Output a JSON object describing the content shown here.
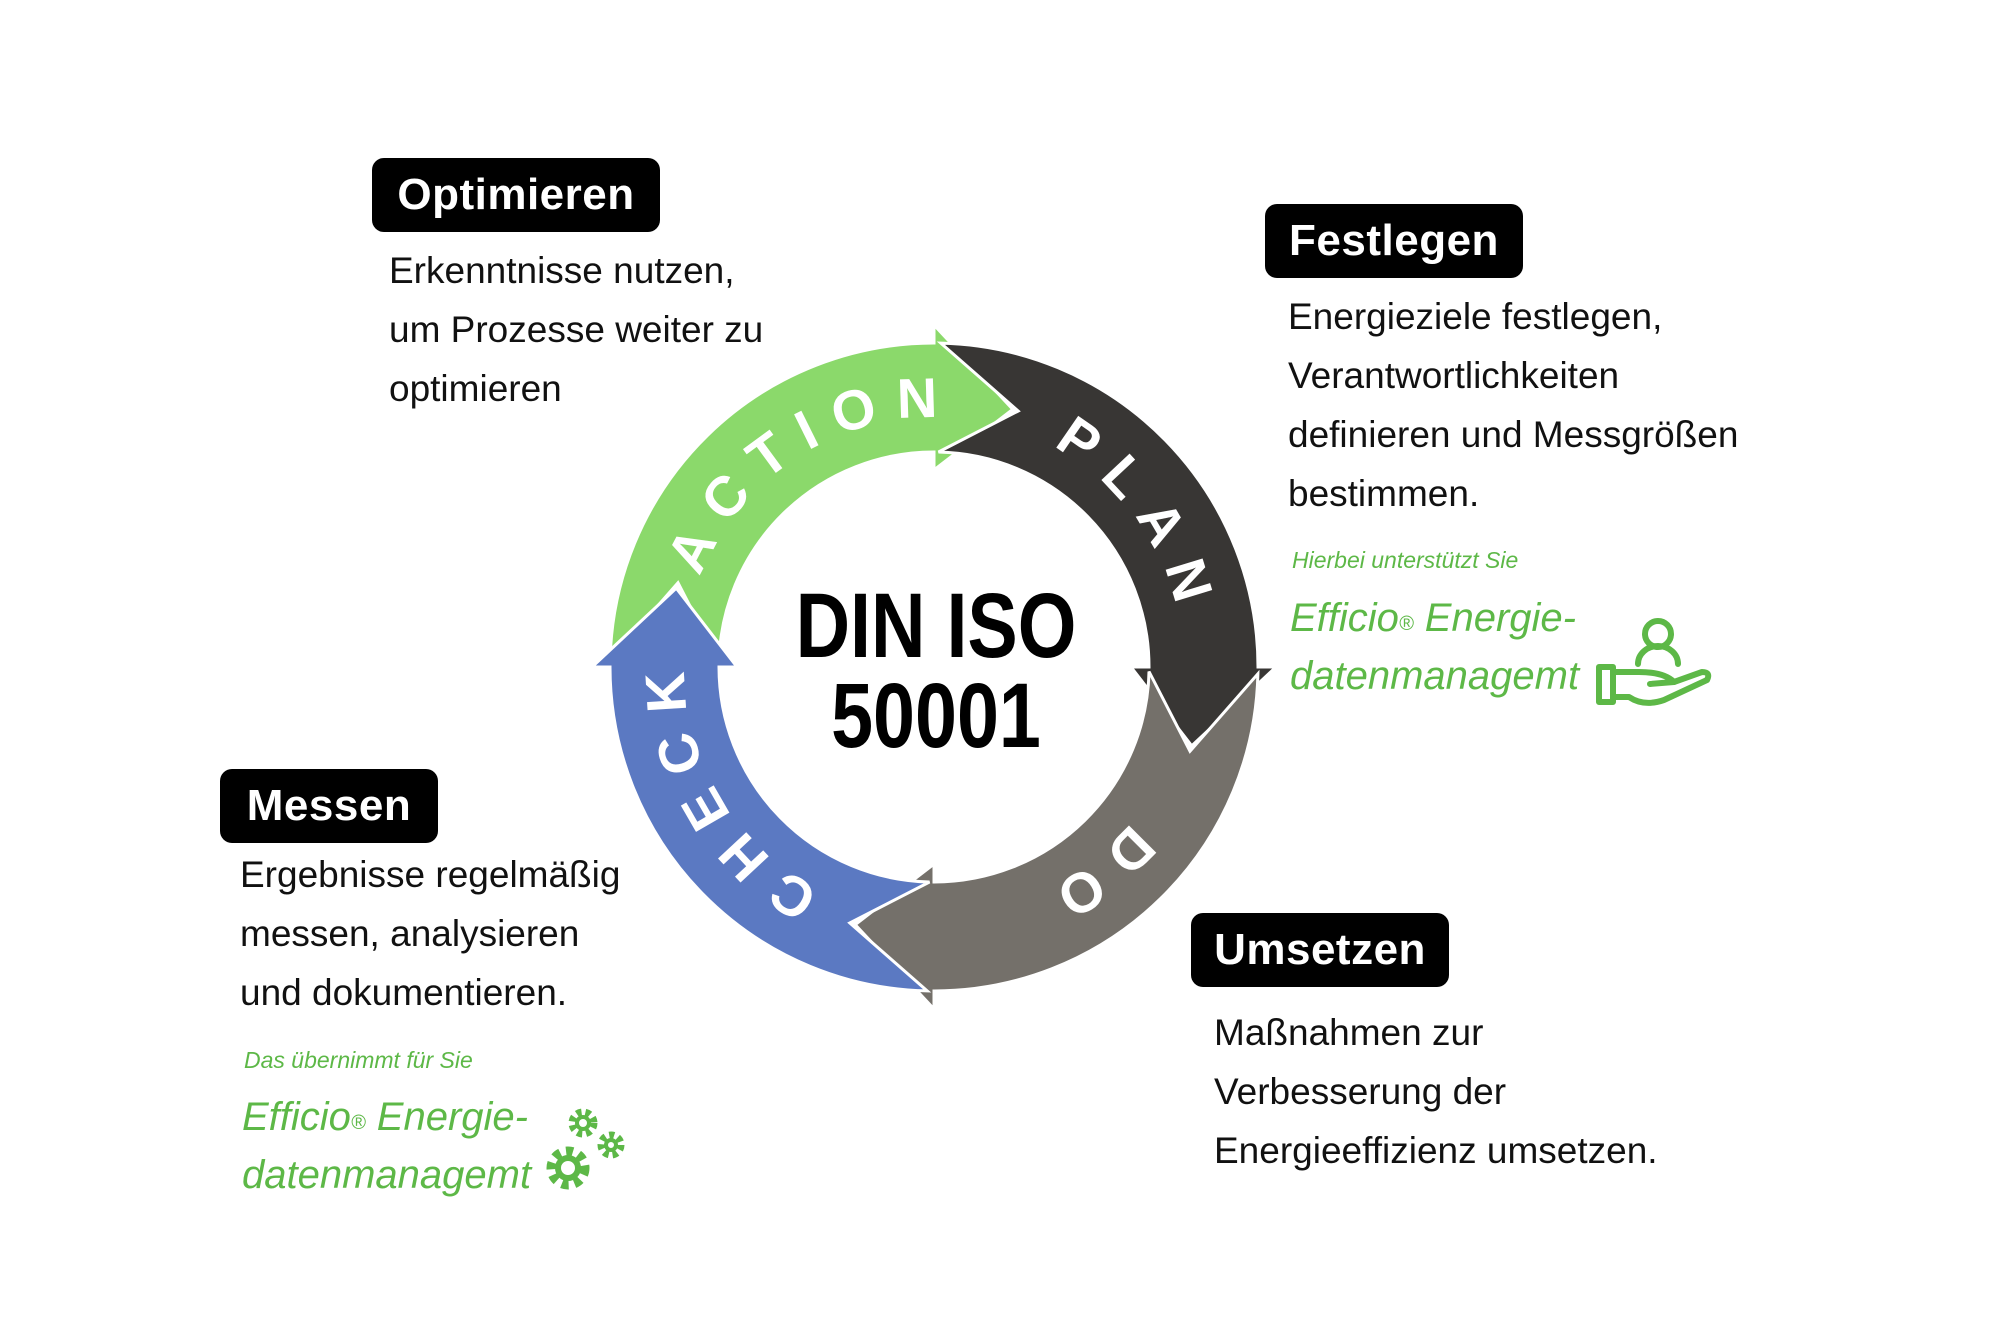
{
  "diagram": {
    "center_title_line1": "DIN ISO",
    "center_title_line2": "50001",
    "cycle": [
      {
        "label": "ACTION",
        "color": "#8bd96b"
      },
      {
        "label": "PLAN",
        "color": "#383634"
      },
      {
        "label": "DO",
        "color": "#74706a"
      },
      {
        "label": "CHECK",
        "color": "#5b79c2"
      }
    ]
  },
  "steps": {
    "optimieren": {
      "title": "Optimieren",
      "lines": [
        "Erkenntnisse nutzen,",
        "um Prozesse weiter zu",
        "optimieren"
      ]
    },
    "festlegen": {
      "title": "Festlegen",
      "lines": [
        "Energieziele festlegen,",
        "Verantwortlichkeiten",
        "definieren und Messgrößen",
        "bestimmen."
      ],
      "support_note": "Hierbei unterstützt Sie",
      "product_line1": "Efficio",
      "registered": "®",
      "product_line1b": " Energie-",
      "product_line2": "datenmanagemt",
      "icon": "hand-person-icon"
    },
    "messen": {
      "title": "Messen",
      "lines": [
        "Ergebnisse regelmäßig",
        "messen, analysieren",
        "und dokumentieren."
      ],
      "support_note": "Das übernimmt für Sie",
      "product_line1": "Efficio",
      "registered": "®",
      "product_line1b": " Energie-",
      "product_line2": "datenmanagemt",
      "icon": "gears-icon"
    },
    "umsetzen": {
      "title": "Umsetzen",
      "lines": [
        "Maßnahmen zur",
        "Verbesserung der",
        "Energieeffizienz umsetzen."
      ]
    }
  },
  "colors": {
    "accent_green": "#5db847"
  }
}
